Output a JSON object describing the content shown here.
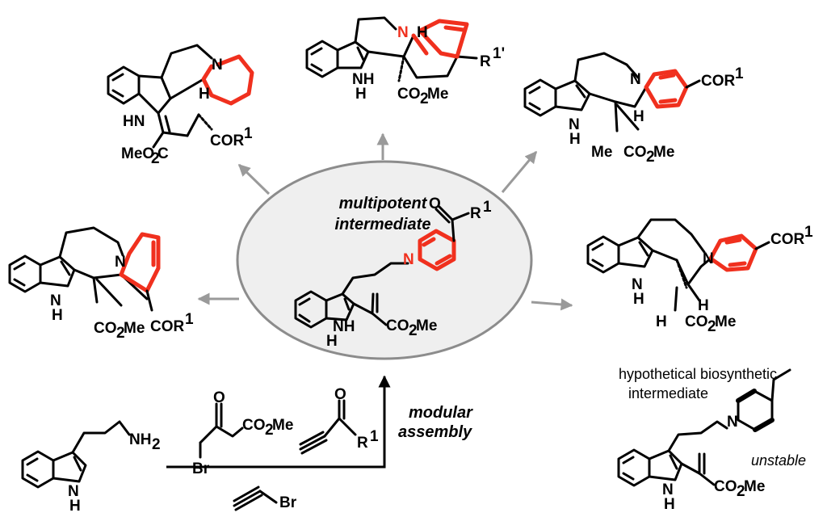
{
  "center": {
    "label_line1": "multipotent",
    "label_line2": "intermediate"
  },
  "assembly": {
    "label_line1": "modular",
    "label_line2": "assembly"
  },
  "hypothetical": {
    "label_line1": "hypothetical biosynthetic",
    "label_line2": "intermediate",
    "note": "unstable"
  },
  "atoms": {
    "N": "N",
    "NH": "NH",
    "HN": "HN",
    "H": "H",
    "O": "O",
    "Br": "Br",
    "NH2": "NH",
    "sub2": "2",
    "CO2Me_a": "CO",
    "CO2Me_b": "Me",
    "MeO2C_a": "MeO",
    "MeO2C_b": "C",
    "COR": "COR",
    "sup1": "1",
    "R": "R",
    "R1prime": "1'",
    "Me": "Me"
  },
  "colors": {
    "highlight": "#f0301e",
    "arrow": "#9a9a9a",
    "ellipse_fill": "#efefef",
    "ellipse_stroke": "#8c8c8c"
  }
}
